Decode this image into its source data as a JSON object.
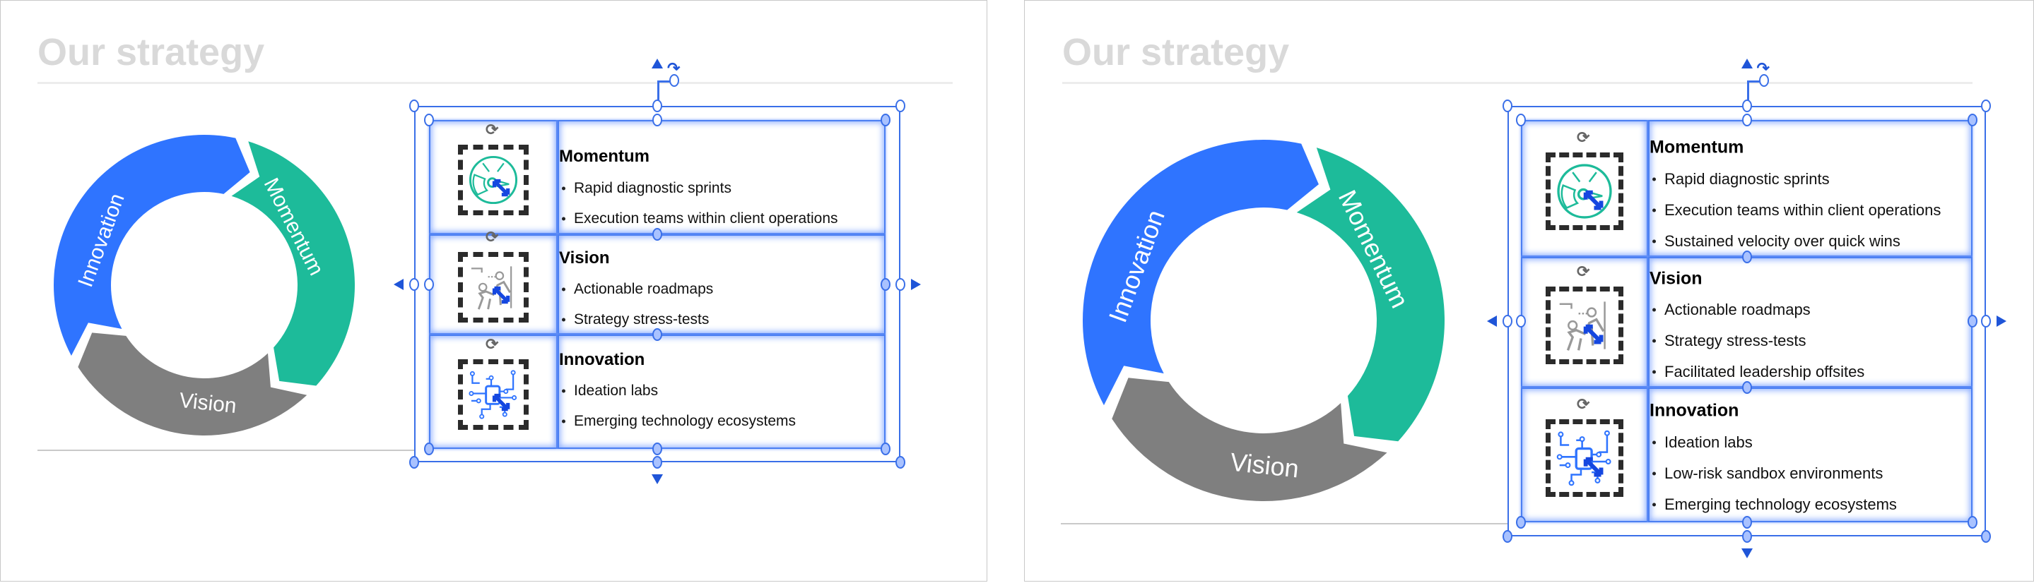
{
  "slides": [
    {
      "title": "Our strategy",
      "cycle": {
        "segments": [
          {
            "label": "Innovation",
            "color": "#2f74ff"
          },
          {
            "label": "Momentum",
            "color": "#1dbb9a"
          },
          {
            "label": "Vision",
            "color": "#7f7f7f"
          }
        ]
      },
      "rows": [
        {
          "icon": "speedometer-icon",
          "heading": "Momentum",
          "bullets": [
            "Rapid diagnostic sprints",
            "Execution teams within client operations"
          ]
        },
        {
          "icon": "climbing-team-icon",
          "heading": "Vision",
          "bullets": [
            "Actionable roadmaps",
            "Strategy stress-tests"
          ]
        },
        {
          "icon": "circuit-icon",
          "heading": "Innovation",
          "bullets": [
            "Ideation labs",
            "Emerging technology ecosystems"
          ]
        }
      ]
    },
    {
      "title": "Our strategy",
      "cycle": {
        "segments": [
          {
            "label": "Innovation",
            "color": "#2f74ff"
          },
          {
            "label": "Momentum",
            "color": "#1dbb9a"
          },
          {
            "label": "Vision",
            "color": "#7f7f7f"
          }
        ]
      },
      "rows": [
        {
          "icon": "speedometer-icon",
          "heading": "Momentum",
          "bullets": [
            "Rapid diagnostic sprints",
            "Execution teams within client operations",
            "Sustained velocity over quick wins"
          ]
        },
        {
          "icon": "climbing-team-icon",
          "heading": "Vision",
          "bullets": [
            "Actionable roadmaps",
            "Strategy stress-tests",
            "Facilitated leadership offsites"
          ]
        },
        {
          "icon": "circuit-icon",
          "heading": "Innovation",
          "bullets": [
            "Ideation labs",
            "Low-risk sandbox environments",
            "Emerging technology ecosystems"
          ]
        }
      ]
    }
  ],
  "colors": {
    "selection": "#3a6fe8",
    "title": "#d9d9d9"
  }
}
